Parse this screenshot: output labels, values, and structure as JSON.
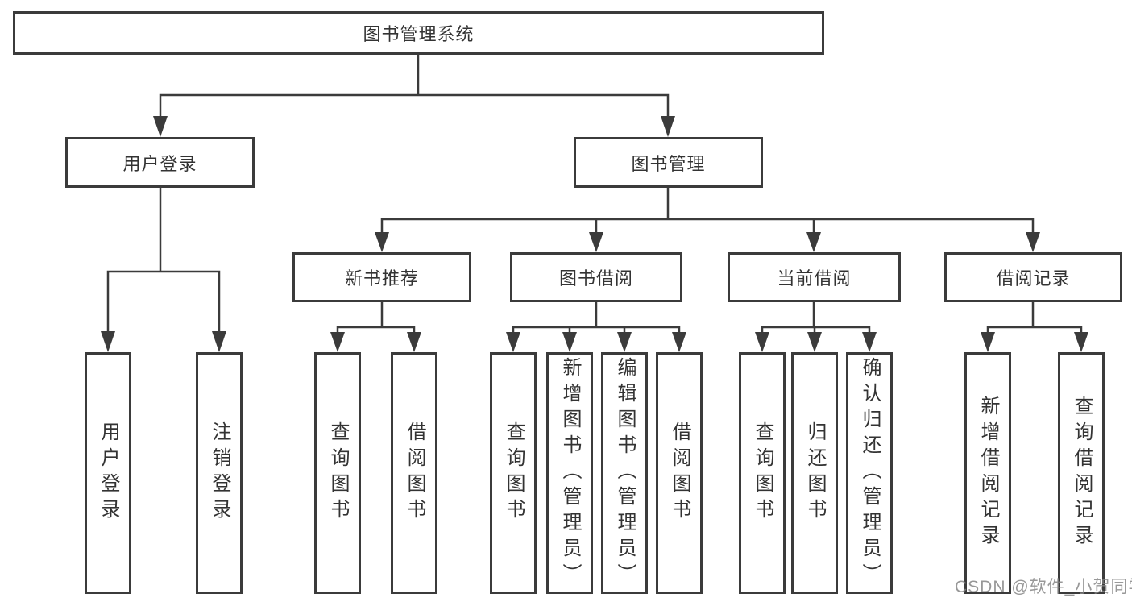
{
  "diagram": {
    "title": "图书管理系统",
    "root": {
      "label": "图书管理系统"
    },
    "branches": [
      {
        "label": "用户登录",
        "children": [
          {
            "label": "用户登录"
          },
          {
            "label": "注销登录"
          }
        ]
      },
      {
        "label": "图书管理",
        "children": [
          {
            "label": "新书推荐",
            "children": [
              {
                "label": "查询图书"
              },
              {
                "label": "借阅图书"
              }
            ]
          },
          {
            "label": "图书借阅",
            "children": [
              {
                "label": "查询图书"
              },
              {
                "label": "新增图书（管理员）"
              },
              {
                "label": "编辑图书（管理员）"
              },
              {
                "label": "借阅图书"
              }
            ]
          },
          {
            "label": "当前借阅",
            "children": [
              {
                "label": "查询图书"
              },
              {
                "label": "归还图书"
              },
              {
                "label": "确认归还（管理员）"
              }
            ]
          },
          {
            "label": "借阅记录",
            "children": [
              {
                "label": "新增借阅记录"
              },
              {
                "label": "查询借阅记录"
              }
            ]
          }
        ]
      }
    ]
  },
  "watermark": {
    "text": "CSDN @软件_小贺同学"
  },
  "colors": {
    "line": "#3b3b3b",
    "box_border": "#3b3b3b",
    "text": "#333333",
    "watermark": "#868686",
    "background": "#ffffff"
  }
}
